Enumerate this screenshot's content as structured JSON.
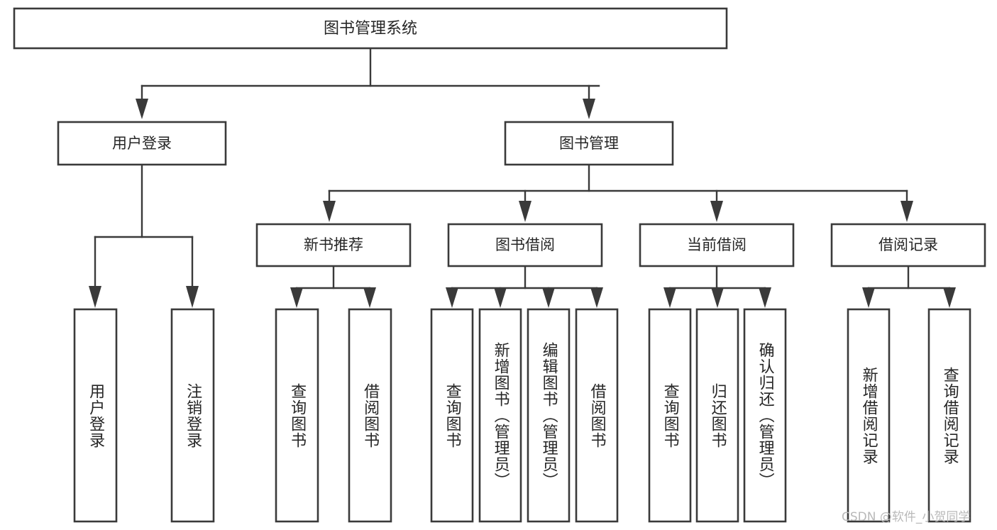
{
  "diagram": {
    "type": "tree",
    "title": "图书管理系统",
    "watermark": "CSDN @软件_小贺同学",
    "root": {
      "id": "root",
      "label": "图书管理系统"
    },
    "level2": [
      {
        "id": "user-login",
        "label": "用户登录"
      },
      {
        "id": "book-management",
        "label": "图书管理"
      }
    ],
    "level3": [
      {
        "id": "new-book-recommend",
        "label": "新书推荐",
        "parent": "book-management"
      },
      {
        "id": "book-borrow",
        "label": "图书借阅",
        "parent": "book-management"
      },
      {
        "id": "current-borrow",
        "label": "当前借阅",
        "parent": "book-management"
      },
      {
        "id": "borrow-record",
        "label": "借阅记录",
        "parent": "book-management"
      }
    ],
    "leaves": [
      {
        "id": "leaf-user-login",
        "label": "用户登录",
        "parent": "user-login"
      },
      {
        "id": "leaf-user-logout",
        "label": "注销登录",
        "parent": "user-login"
      },
      {
        "id": "leaf-query-book-1",
        "label": "查询图书",
        "parent": "new-book-recommend"
      },
      {
        "id": "leaf-borrow-book-1",
        "label": "借阅图书",
        "parent": "new-book-recommend"
      },
      {
        "id": "leaf-query-book-2",
        "label": "查询图书",
        "parent": "book-borrow"
      },
      {
        "id": "leaf-add-book",
        "label": "新增图书（管理员）",
        "parent": "book-borrow"
      },
      {
        "id": "leaf-edit-book",
        "label": "编辑图书（管理员）",
        "parent": "book-borrow"
      },
      {
        "id": "leaf-borrow-book-2",
        "label": "借阅图书",
        "parent": "book-borrow"
      },
      {
        "id": "leaf-query-book-3",
        "label": "查询图书",
        "parent": "current-borrow"
      },
      {
        "id": "leaf-return-book",
        "label": "归还图书",
        "parent": "current-borrow"
      },
      {
        "id": "leaf-confirm-return",
        "label": "确认归还（管理员）",
        "parent": "current-borrow"
      },
      {
        "id": "leaf-add-record",
        "label": "新增借阅记录",
        "parent": "borrow-record"
      },
      {
        "id": "leaf-query-record",
        "label": "查询借阅记录",
        "parent": "borrow-record"
      }
    ],
    "colors": {
      "stroke": "#3a3a3a",
      "fill": "#ffffff",
      "text": "#262626",
      "watermark": "#b9b9b9"
    }
  }
}
